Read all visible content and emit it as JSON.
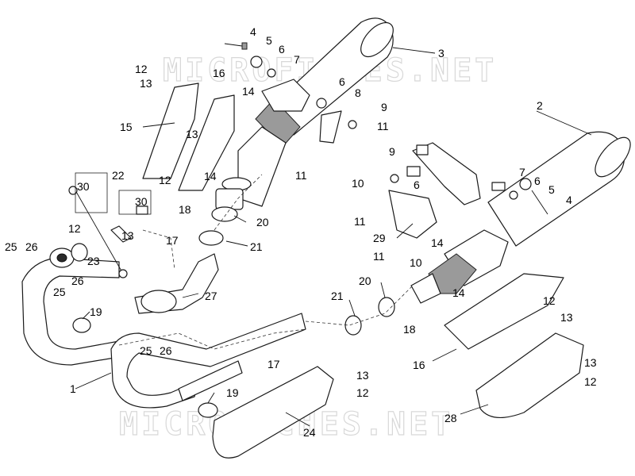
{
  "watermark": {
    "text": "MICROFICHES.NET",
    "color": "#d8d8d8"
  },
  "callouts": {
    "c1": "1",
    "c2": "2",
    "c3": "3",
    "c4a": "4",
    "c4b": "4",
    "c5a": "5",
    "c5b": "5",
    "c6a": "6",
    "c6b": "6",
    "c6c": "6",
    "c6d": "6",
    "c7a": "7",
    "c7b": "7",
    "c8": "8",
    "c9a": "9",
    "c9b": "9",
    "c10a": "10",
    "c10b": "10",
    "c11a": "11",
    "c11b": "11",
    "c11c": "11",
    "c11d": "11",
    "c12a": "12",
    "c12b": "12",
    "c12c": "12",
    "c12d": "12",
    "c12e": "12",
    "c12f": "12",
    "c13a": "13",
    "c13b": "13",
    "c13c": "13",
    "c13d": "13",
    "c13e": "13",
    "c13f": "13",
    "c14a": "14",
    "c14b": "14",
    "c14c": "14",
    "c14d": "14",
    "c15": "15",
    "c16a": "16",
    "c16b": "16",
    "c17a": "17",
    "c17b": "17",
    "c18a": "18",
    "c18b": "18",
    "c19a": "19",
    "c19b": "19",
    "c20a": "20",
    "c20b": "20",
    "c21a": "21",
    "c21b": "21",
    "c22": "22",
    "c23": "23",
    "c24": "24",
    "c25a": "25",
    "c25b": "25",
    "c25c": "25",
    "c26a": "26",
    "c26b": "26",
    "c26c": "26",
    "c27": "27",
    "c28": "28",
    "c29": "29",
    "c30a": "30",
    "c30b": "30"
  }
}
